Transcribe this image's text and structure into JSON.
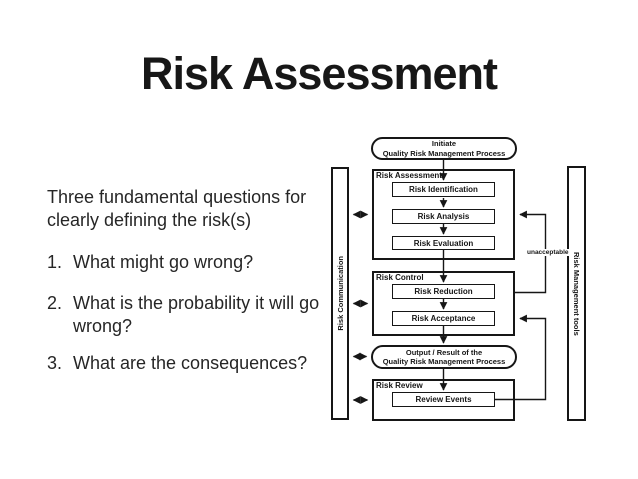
{
  "slide": {
    "title": "Risk Assessment",
    "intro": "Three fundamental questions for\nclearly defining the risk(s)",
    "questions": [
      {
        "num": "1.",
        "text": "What might go wrong?"
      },
      {
        "num": "2.",
        "text": "What is the probability it will go\nwrong?"
      },
      {
        "num": "3.",
        "text": "What are the consequences?"
      }
    ]
  },
  "diagram": {
    "initiate_line1": "Initiate",
    "initiate_line2": "Quality Risk Management Process",
    "risk_assessment": {
      "label": "Risk Assessment",
      "steps": [
        "Risk Identification",
        "Risk Analysis",
        "Risk Evaluation"
      ]
    },
    "risk_control": {
      "label": "Risk Control",
      "steps": [
        "Risk Reduction",
        "Risk Acceptance"
      ]
    },
    "output_line1": "Output / Result of the",
    "output_line2": "Quality Risk Management Process",
    "risk_review": {
      "label": "Risk Review",
      "steps": [
        "Review Events"
      ]
    },
    "left_bar_label": "Risk Communication",
    "right_bar_label": "Risk Management tools",
    "unacceptable_label": "unacceptable"
  },
  "colors": {
    "line": "#161616",
    "text": "#262626",
    "title": "#171717"
  }
}
